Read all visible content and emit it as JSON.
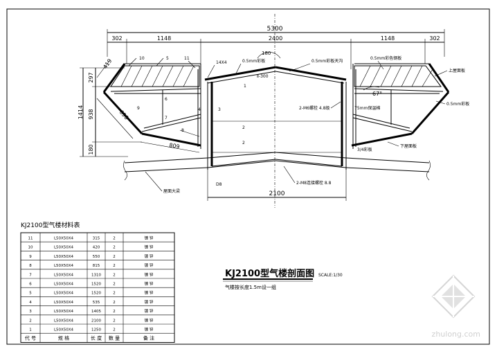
{
  "drawing": {
    "title": "KJ2100型气楼剖面图",
    "scale": "SCALE:1/30",
    "note": "气楼按长度1.5m设一组",
    "watermark": "zhulong.com"
  },
  "dimensions": {
    "total_width": "5300",
    "seg_left_outer": "302",
    "seg_left": "1148",
    "seg_center": "2400",
    "seg_right": "1148",
    "seg_right_outer": "302",
    "height_total": "1414",
    "height_top": "297",
    "height_mid": "938",
    "height_bottom": "180",
    "slant_top": "419",
    "slant_side": "690",
    "bottom_len": "809",
    "angle_top": "180",
    "angle_right": "67°",
    "bottom_width": "2100",
    "post_label": "D8",
    "gap_label": "Ⅱ-300"
  },
  "callouts": {
    "c1": "10",
    "c2": "5",
    "c3": "11",
    "c4": "14X4",
    "c5": "0.5mm彩板",
    "c6": "0.5mm彩板天沟",
    "c7": "0.5mm彩色钢板",
    "c8": "上屋面板",
    "c9": "6",
    "c10": "9",
    "c11": "7",
    "c12": "8",
    "c13": "1",
    "c14": "4",
    "c15": "3",
    "c16": "2",
    "c17": "2",
    "c18": "2-M6螺栓 4.8级",
    "c19": "75mm保温棉",
    "c20": "0.5mm彩板",
    "c21": "下屋面板",
    "c22": "3/4彩板",
    "c23": "屋面大梁",
    "c24": "2-M8连接螺栓 8.8"
  },
  "table": {
    "title": "KJ2100型气楼材料表",
    "headers": [
      "代  号",
      "规  格",
      "长  度",
      "数 量",
      "备    注"
    ],
    "rows": [
      [
        "11",
        "L50X50X4",
        "315",
        "2",
        "镀  锌"
      ],
      [
        "10",
        "L50X50X4",
        "420",
        "2",
        "镀  锌"
      ],
      [
        "9",
        "L50X50X4",
        "550",
        "2",
        "镀  锌"
      ],
      [
        "8",
        "L50X50X4",
        "815",
        "2",
        "镀  锌"
      ],
      [
        "7",
        "L50X50X4",
        "1310",
        "2",
        "镀  锌"
      ],
      [
        "6",
        "L50X50X4",
        "1520",
        "2",
        "镀  锌"
      ],
      [
        "5",
        "L50X50X4",
        "1520",
        "2",
        "镀  锌"
      ],
      [
        "4",
        "L50X50X4",
        "535",
        "2",
        "镀  锌"
      ],
      [
        "3",
        "L50X50X4",
        "1405",
        "2",
        "镀  锌"
      ],
      [
        "2",
        "L50X50X4",
        "2100",
        "2",
        "镀  锌"
      ],
      [
        "1",
        "L50X50X4",
        "1250",
        "2",
        "镀  锌"
      ]
    ]
  }
}
